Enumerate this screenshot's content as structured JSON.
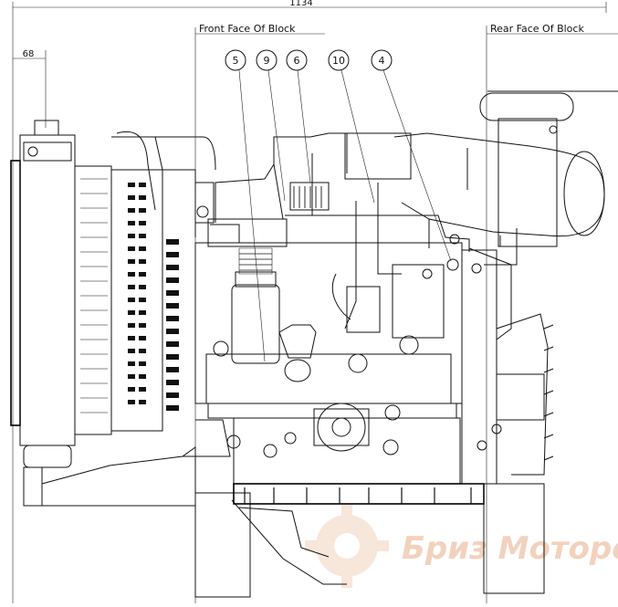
{
  "dimensions": {
    "overall": "1134",
    "offset": "68"
  },
  "notes": {
    "front_face": "Front Face Of Block",
    "rear_face": "Rear Face Of Block"
  },
  "callouts": [
    "5",
    "9",
    "6",
    "10",
    "4"
  ],
  "watermark": {
    "text": "Бриз Моторс"
  }
}
